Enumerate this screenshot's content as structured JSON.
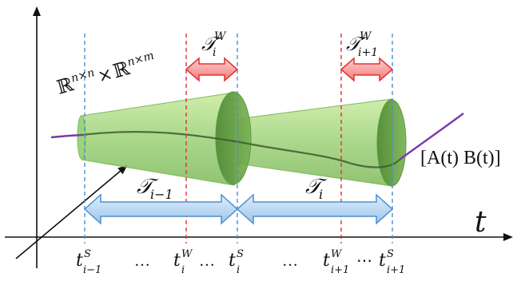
{
  "axes": {
    "t_label": "t"
  },
  "space_label": {
    "base1": "ℝ",
    "exp1": "n×n",
    "times": "×",
    "base2": "ℝ",
    "exp2": "n×m"
  },
  "system_label": "[A(t) B(t)]",
  "windows": [
    {
      "base": "𝒯",
      "sup": "W",
      "sub": "i"
    },
    {
      "base": "𝒯",
      "sup": "W",
      "sub": "i+1"
    }
  ],
  "intervals": [
    {
      "base": "𝒯",
      "sub": "i−1"
    },
    {
      "base": "𝒯",
      "sub": "i"
    }
  ],
  "ticks": [
    {
      "base": "t",
      "sup": "S",
      "sub": "i−1"
    },
    {
      "text": "…"
    },
    {
      "base": "t",
      "sup": "W",
      "sub": "i"
    },
    {
      "text": "…"
    },
    {
      "base": "t",
      "sup": "S",
      "sub": "i"
    },
    {
      "text": "…"
    },
    {
      "base": "t",
      "sup": "W",
      "sub": "i+1"
    },
    {
      "text": "⋯"
    },
    {
      "base": "t",
      "sup": "S",
      "sub": "i+1"
    }
  ],
  "colors": {
    "cone_fill": "#9fd37a",
    "cone_face": "#5f9a3f",
    "curve": "#7b3aa8",
    "window_arrow": "#f08080",
    "interval_arrow": "#a9cdeb",
    "switch_line": "#4a90d0",
    "window_line": "#e03030"
  }
}
